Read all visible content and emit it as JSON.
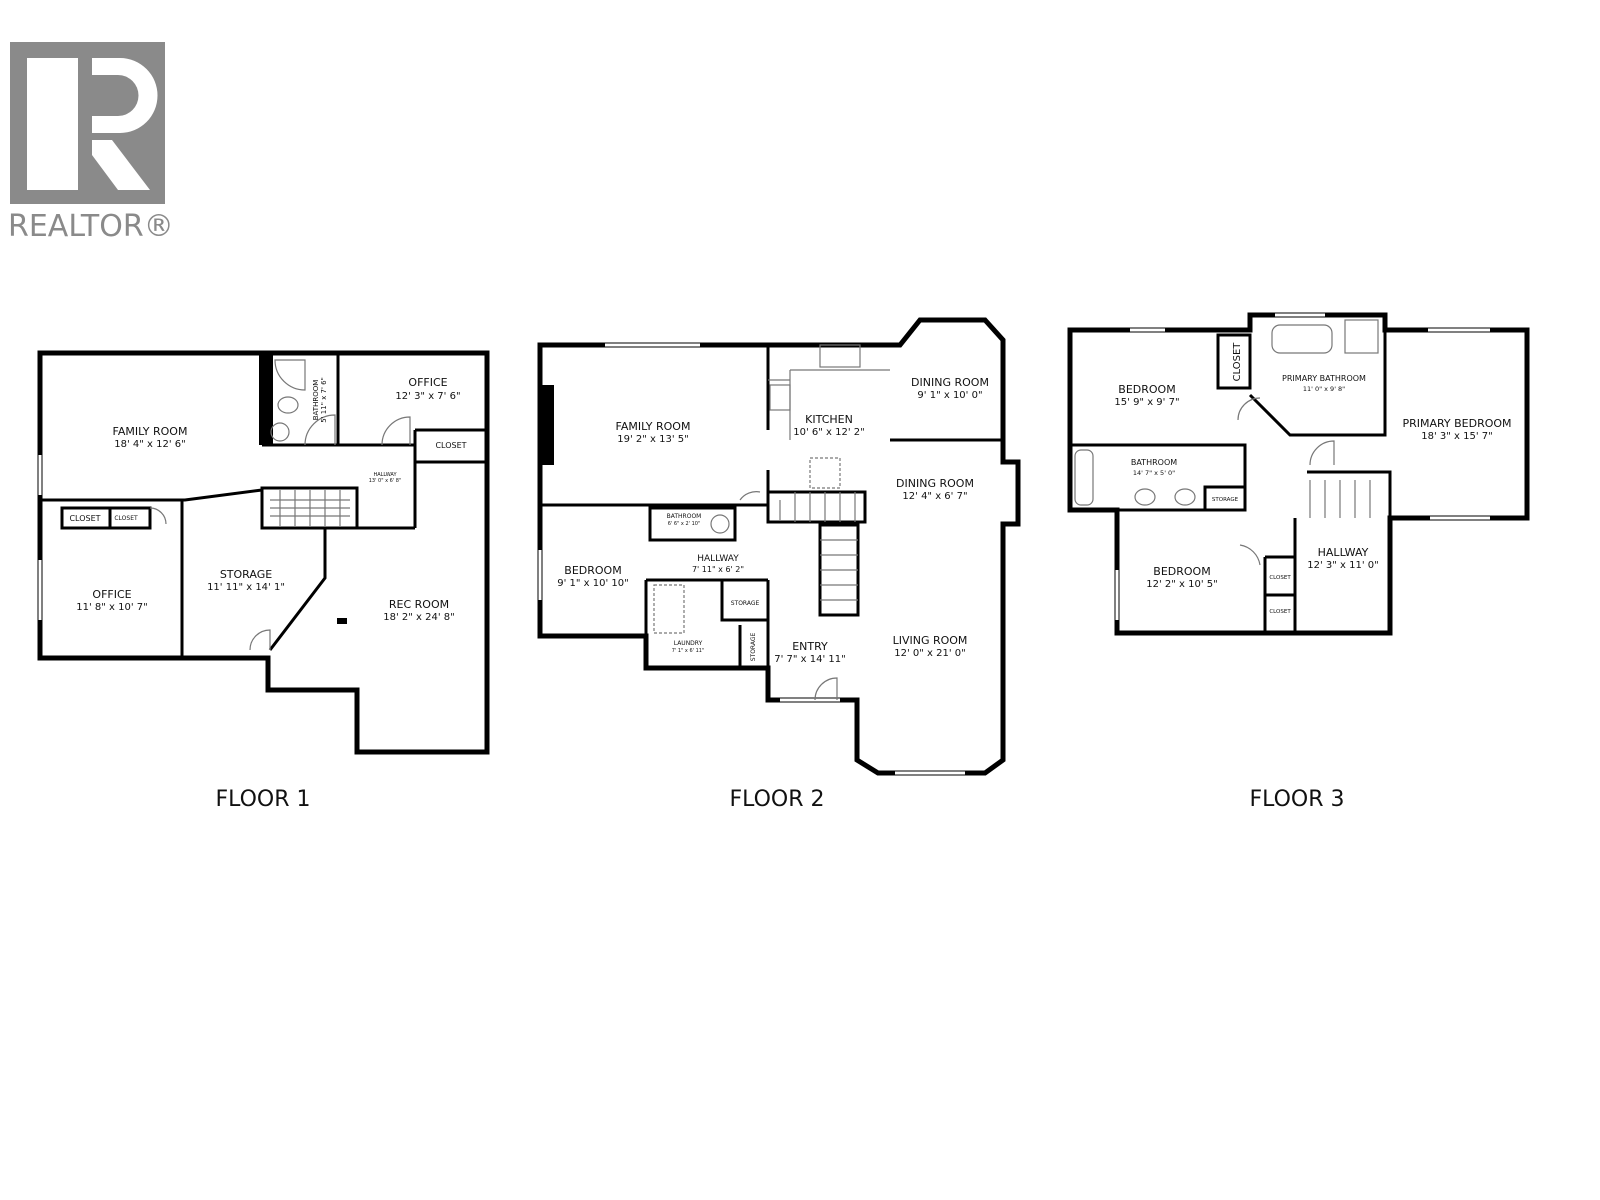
{
  "logo": {
    "brand": "REALTOR®",
    "color": "#8a8a8a"
  },
  "floors": [
    {
      "label": "FLOOR 1",
      "rooms": [
        {
          "name": "FAMILY ROOM",
          "dims": "18' 4\" x 12' 6\""
        },
        {
          "name": "BATHROOM",
          "dims": "5' 11\" x 7' 6\""
        },
        {
          "name": "OFFICE",
          "dims": "12' 3\" x 7' 6\""
        },
        {
          "name": "CLOSET",
          "dims": ""
        },
        {
          "name": "HALLWAY",
          "dims": "13' 0\" x 6' 8\""
        },
        {
          "name": "CLOSET",
          "dims": ""
        },
        {
          "name": "CLOSET",
          "dims": ""
        },
        {
          "name": "OFFICE",
          "dims": "11' 8\" x 10' 7\""
        },
        {
          "name": "STORAGE",
          "dims": "11' 11\" x 14' 1\""
        },
        {
          "name": "REC ROOM",
          "dims": "18' 2\" x 24' 8\""
        }
      ]
    },
    {
      "label": "FLOOR 2",
      "rooms": [
        {
          "name": "FAMILY ROOM",
          "dims": "19' 2\" x 13' 5\""
        },
        {
          "name": "KITCHEN",
          "dims": "10' 6\" x 12' 2\""
        },
        {
          "name": "DINING ROOM",
          "dims": "9' 1\" x 10' 0\""
        },
        {
          "name": "DINING ROOM",
          "dims": "12' 4\" x 6' 7\""
        },
        {
          "name": "BATHROOM",
          "dims": "6' 6\" x 2' 10\""
        },
        {
          "name": "HALLWAY",
          "dims": "7' 11\" x 6' 2\""
        },
        {
          "name": "BEDROOM",
          "dims": "9' 1\" x 10' 10\""
        },
        {
          "name": "STORAGE",
          "dims": ""
        },
        {
          "name": "STORAGE",
          "dims": ""
        },
        {
          "name": "LAUNDRY",
          "dims": "7' 1\" x 6' 11\""
        },
        {
          "name": "ENTRY",
          "dims": "7' 7\" x 14' 11\""
        },
        {
          "name": "LIVING ROOM",
          "dims": "12' 0\" x 21' 0\""
        }
      ]
    },
    {
      "label": "FLOOR 3",
      "rooms": [
        {
          "name": "BEDROOM",
          "dims": "15' 9\" x 9' 7\""
        },
        {
          "name": "CLOSET",
          "dims": ""
        },
        {
          "name": "PRIMARY BATHROOM",
          "dims": "11' 0\" x 9' 8\""
        },
        {
          "name": "PRIMARY BEDROOM",
          "dims": "18' 3\" x 15' 7\""
        },
        {
          "name": "BATHROOM",
          "dims": "14' 7\" x 5' 0\""
        },
        {
          "name": "STORAGE",
          "dims": ""
        },
        {
          "name": "BEDROOM",
          "dims": "12' 2\" x 10' 5\""
        },
        {
          "name": "CLOSET",
          "dims": ""
        },
        {
          "name": "CLOSET",
          "dims": ""
        },
        {
          "name": "HALLWAY",
          "dims": "12' 3\" x 11' 0\""
        }
      ]
    }
  ]
}
